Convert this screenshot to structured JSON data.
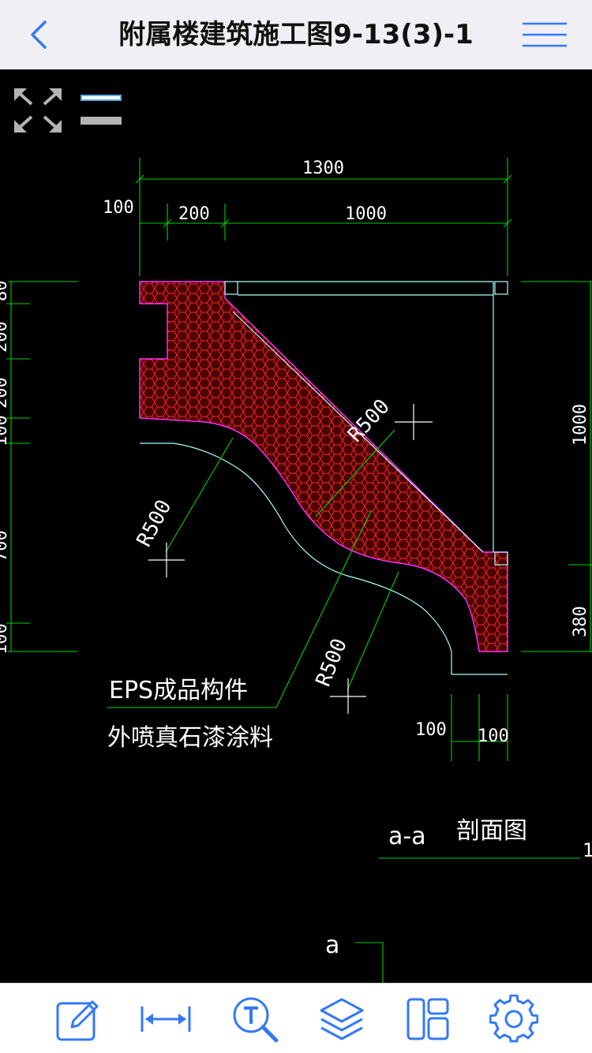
{
  "header": {
    "title": "附属楼建筑施工图9-13(3)-1",
    "back_icon": "chevron-left-icon",
    "menu_icon": "hamburger-menu-icon"
  },
  "canvas": {
    "controls": {
      "expand_icon": "expand-arrows-icon",
      "layer_toggle_icon": "layer-lines-icon"
    },
    "drawing": {
      "dimensions": {
        "top_total": "1300",
        "top_left_offset": "100",
        "top_part_a": "200",
        "top_part_b": "1000",
        "right_upper": "1000",
        "right_lower": "380",
        "bottom_left": "100",
        "bottom_right": "100",
        "left_1": "80",
        "left_2": "200",
        "left_3": "200",
        "left_4": "100",
        "left_5": "700",
        "left_6": "100"
      },
      "radius_labels": [
        "R500",
        "R500",
        "R500"
      ],
      "notes": {
        "line1": "EPS成品构件",
        "line2": "外喷真石漆涂料"
      },
      "section_title": {
        "mark": "a-a",
        "label": "剖面图",
        "scale": "1"
      },
      "section_marker": "a"
    }
  },
  "toolbar": {
    "items": [
      {
        "name": "edit-tool",
        "icon": "pencil-square-icon"
      },
      {
        "name": "measure-tool",
        "icon": "dimension-arrows-icon"
      },
      {
        "name": "text-search-tool",
        "icon": "text-search-icon"
      },
      {
        "name": "layers-tool",
        "icon": "layers-icon"
      },
      {
        "name": "layout-tool",
        "icon": "layout-panels-icon"
      },
      {
        "name": "settings-tool",
        "icon": "gear-icon"
      }
    ]
  },
  "colors": {
    "accent": "#3478f6",
    "dim_green": "#00d400",
    "outline_cyan": "#a8ffff",
    "hatch_red": "#ff2a2a",
    "boundary_magenta": "#ff30ff",
    "text_white": "#ffffff"
  }
}
